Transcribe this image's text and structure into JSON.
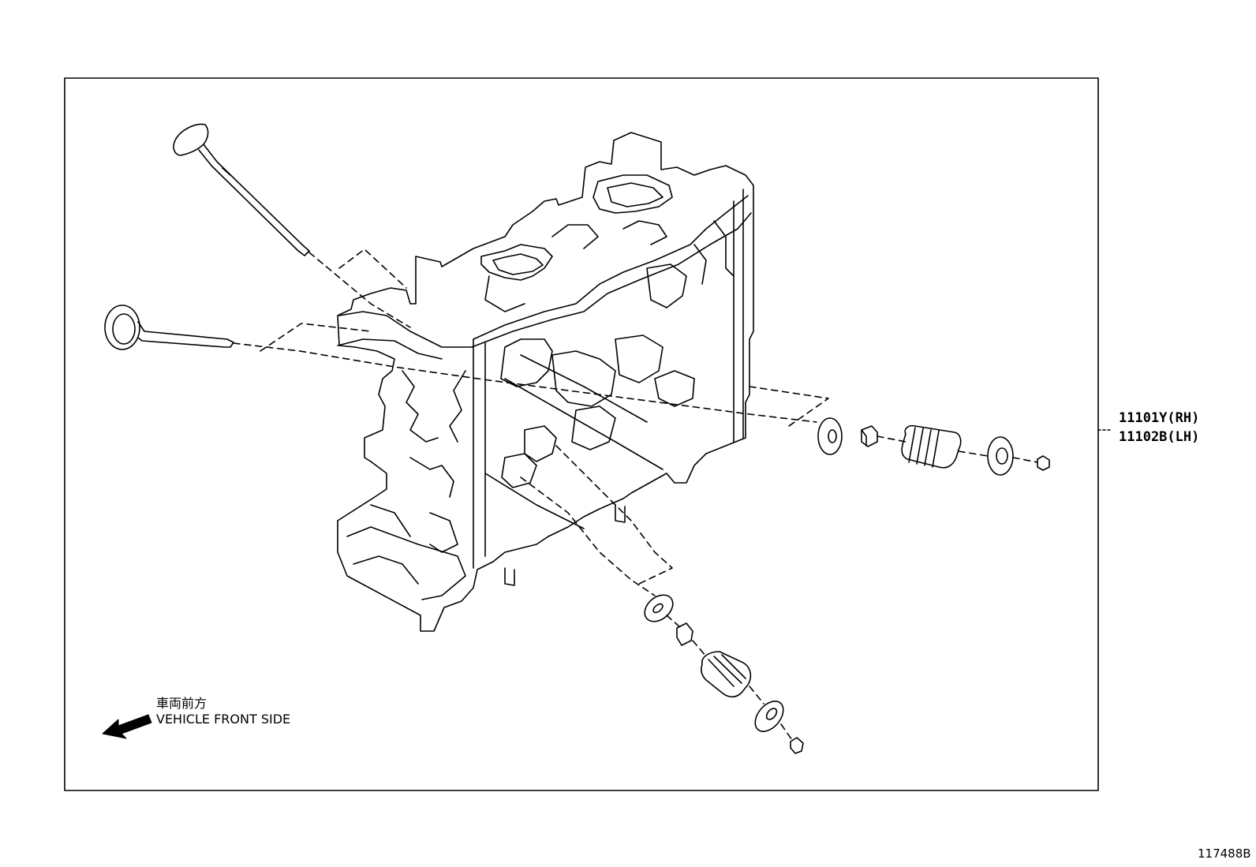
{
  "parts": {
    "rh_label": "11101Y(RH)",
    "lh_label": "11102B(LH)"
  },
  "orientation": {
    "jp_label": "車両前方",
    "en_label": "VEHICLE FRONT SIDE",
    "arrow_icon": "left-down-arrow"
  },
  "figure_code": "117488B"
}
